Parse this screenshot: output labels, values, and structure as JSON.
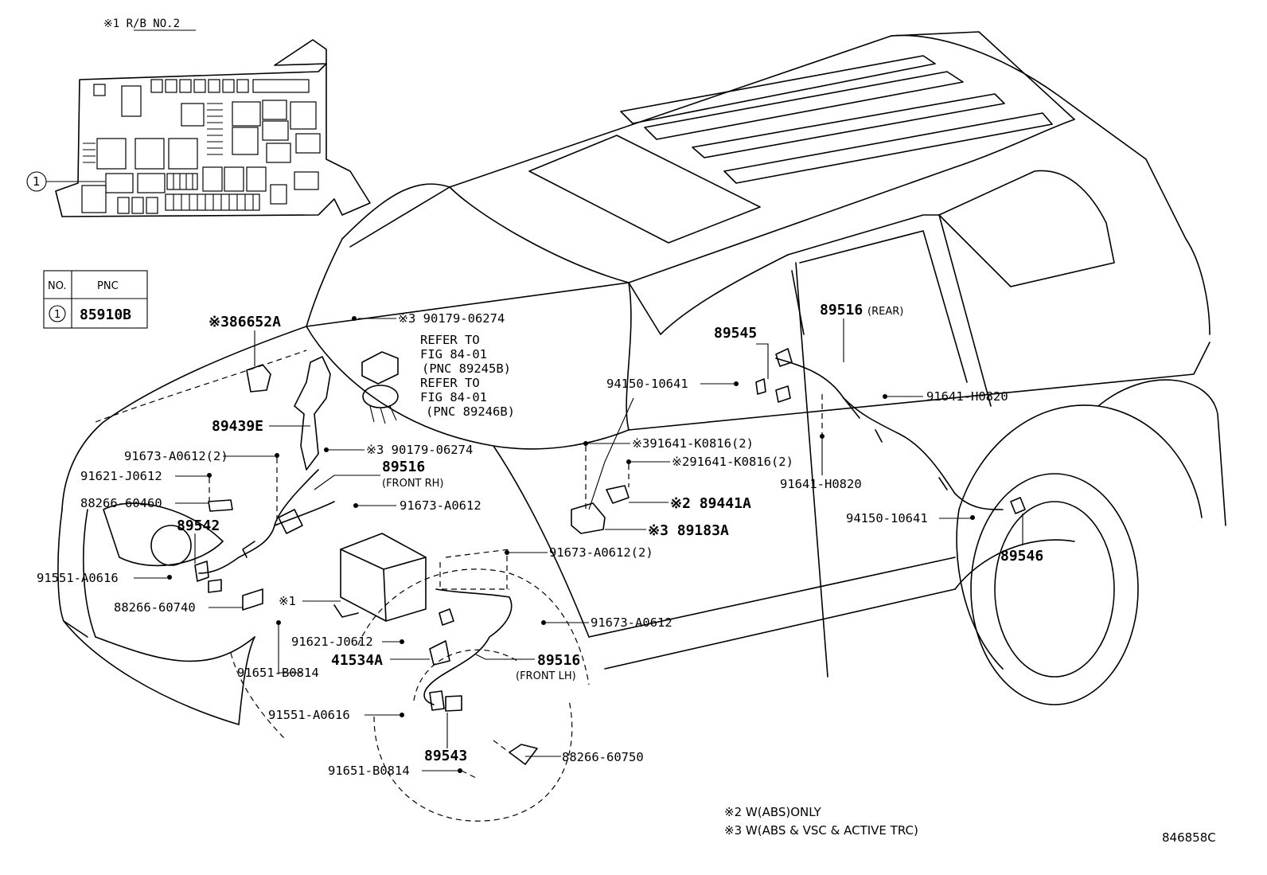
{
  "header": {
    "rb_label": "※1  R/B NO.2"
  },
  "relay_box": {
    "callout": "1"
  },
  "pnc_table": {
    "col_no": "NO.",
    "col_pnc": "PNC",
    "row_no": "1",
    "row_pnc": "85910B"
  },
  "labels": {
    "p86652A": "※386652A",
    "p90179_a": "※3 90179-06274",
    "refer1_l1": "REFER TO",
    "refer1_l2": "FIG 84-01",
    "refer1_l3": "(PNC 89245B)",
    "refer2_l1": "REFER TO",
    "refer2_l2": "FIG 84-01",
    "refer2_l3": "(PNC 89246B)",
    "p89439E": "89439E",
    "p90179_b": "※3 90179-06274",
    "p91673_a2": "91673-A0612(2)",
    "p91621_a": "91621-J0612",
    "p89516_frh": "89516",
    "p89516_frh_sub": "(FRONT RH)",
    "p88266_60460": "88266-60460",
    "p91673_a_mid": "91673-A0612",
    "p89542": "89542",
    "p91551_a": "91551-A0616",
    "p_x1": "※1",
    "p88266_60740": "88266-60740",
    "p91673_b2": "91673-A0612(2)",
    "p91673_c": "91673-A0612",
    "p91621_b": "91621-J0612",
    "p41534A": "41534A",
    "p89516_flh": "89516",
    "p89516_flh_sub": "(FRONT LH)",
    "p91651_a": "91651-B0814",
    "p91551_b": "91551-A0616",
    "p89543": "89543",
    "p88266_60750": "88266-60750",
    "p91651_b": "91651-B0814",
    "p89545": "89545",
    "p89516_rear": "89516",
    "p89516_rear_sub": "(REAR)",
    "p94150_a": "94150-10641",
    "p91641_h_a": "91641-H0820",
    "p91641_k3": "※391641-K0816(2)",
    "p91641_k2": "※291641-K0816(2)",
    "p91641_h_b": "91641-H0820",
    "p89441A": "※2 89441A",
    "p89183A": "※3 89183A",
    "p94150_b": "94150-10641",
    "p89546": "89546"
  },
  "footnotes": {
    "note2": "※2  W(ABS)ONLY",
    "note3": "※3  W(ABS & VSC & ACTIVE TRC)"
  },
  "figure_id": "846858C"
}
